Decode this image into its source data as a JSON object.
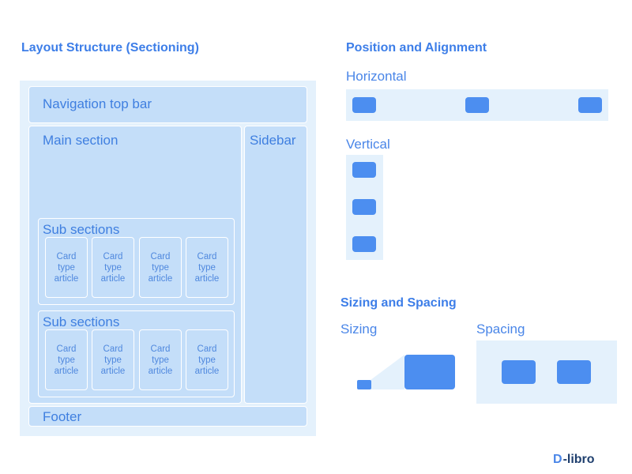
{
  "layout_structure": {
    "title": "Layout Structure (Sectioning)",
    "nav_bar": "Navigation top bar",
    "main_section": "Main section",
    "sidebar": "Sidebar",
    "sub_sections": [
      {
        "label": "Sub sections",
        "cards": [
          "Card type article",
          "Card type article",
          "Card type article",
          "Card type article"
        ]
      },
      {
        "label": "Sub sections",
        "cards": [
          "Card type article",
          "Card type article",
          "Card type article",
          "Card type article"
        ]
      }
    ],
    "footer": "Footer"
  },
  "position_alignment": {
    "title": "Position and Alignment",
    "horizontal_label": "Horizontal",
    "vertical_label": "Vertical"
  },
  "sizing_spacing": {
    "title": "Sizing and Spacing",
    "sizing_label": "Sizing",
    "spacing_label": "Spacing"
  },
  "logo": {
    "mark": "D",
    "text": "-libro"
  },
  "colors": {
    "accent": "#4c8ef0",
    "light_panel": "#e4f1fc",
    "section_fill": "#c4def9",
    "title": "#3d7ee8"
  }
}
